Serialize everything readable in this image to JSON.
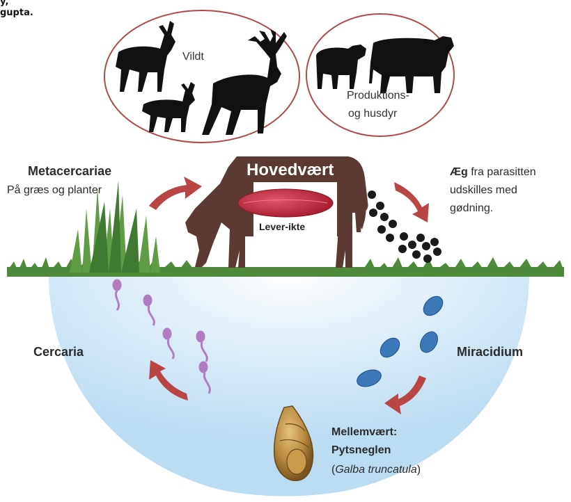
{
  "header_fragment": {
    "line1": "y,",
    "line2": "gupta."
  },
  "hosts": {
    "wild": "Vildt",
    "livestock_line1": "Produktions-",
    "livestock_line2": "og husdyr"
  },
  "definitive_host": {
    "title": "Hovedvært",
    "organ_label": "Lever-ikte"
  },
  "stages": {
    "metacercariae": {
      "title": "Metacercariae",
      "detail": "På græs og planter"
    },
    "eggs": {
      "bold": "Æg",
      "line1_rest": " fra parasitten",
      "line2": "udskilles med",
      "line3": "gødning."
    },
    "cercaria": {
      "title": "Cercaria"
    },
    "miracidium": {
      "title": "Miracidium"
    },
    "intermediate_host": {
      "line1": "Mellemvært:",
      "line2": "Pytsneglen",
      "paren_open": "(",
      "species": "Galba truncatula",
      "paren_close": ")"
    }
  },
  "colors": {
    "arrow": "#b94545",
    "host_body": "#5a3a32",
    "grass": "#4e8a3a",
    "water": "#cfe6f6",
    "circle_border": "#b04a4a",
    "cercaria": "#b37cc0",
    "miracidium": "#3b79b8",
    "liver": "#c0283a"
  }
}
